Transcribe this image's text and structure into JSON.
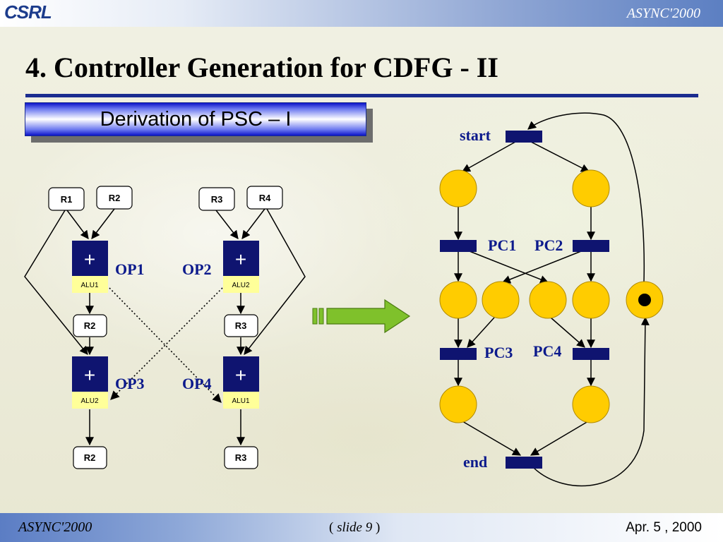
{
  "header": {
    "logo": "CSRL",
    "brand": "ASYNC'2000"
  },
  "slide": {
    "title": "4. Controller Generation for CDFG - II",
    "subtitle": "Derivation of PSC – I"
  },
  "cdfg": {
    "registers": {
      "r1": "R1",
      "r2_in": "R2",
      "r3_in": "R3",
      "r4": "R4",
      "r2_mid": "R2",
      "r3_mid": "R3",
      "r2_out": "R2",
      "r3_out": "R3"
    },
    "ops": [
      {
        "symbol": "+",
        "label": "OP1",
        "alu": "ALU1"
      },
      {
        "symbol": "+",
        "label": "OP2",
        "alu": "ALU2"
      },
      {
        "symbol": "+",
        "label": "OP3",
        "alu": "ALU2"
      },
      {
        "symbol": "+",
        "label": "OP4",
        "alu": "ALU1"
      }
    ]
  },
  "petri_net": {
    "transitions": {
      "start": "start",
      "pc1": "PC1",
      "pc2": "PC2",
      "pc3": "PC3",
      "pc4": "PC4",
      "end": "end"
    }
  },
  "colors": {
    "op_box": "#0f1470",
    "alu_box": "#ffff99",
    "place": "#ffcc00",
    "transition": "#0f1470",
    "arrow": "#7fc12b",
    "label": "#0c1a8c"
  },
  "footer": {
    "left": "ASYNC'2000",
    "middle_open": "( ",
    "middle_slide": "slide 9",
    "middle_close": " )",
    "right": "Apr. 5 , 2000"
  }
}
